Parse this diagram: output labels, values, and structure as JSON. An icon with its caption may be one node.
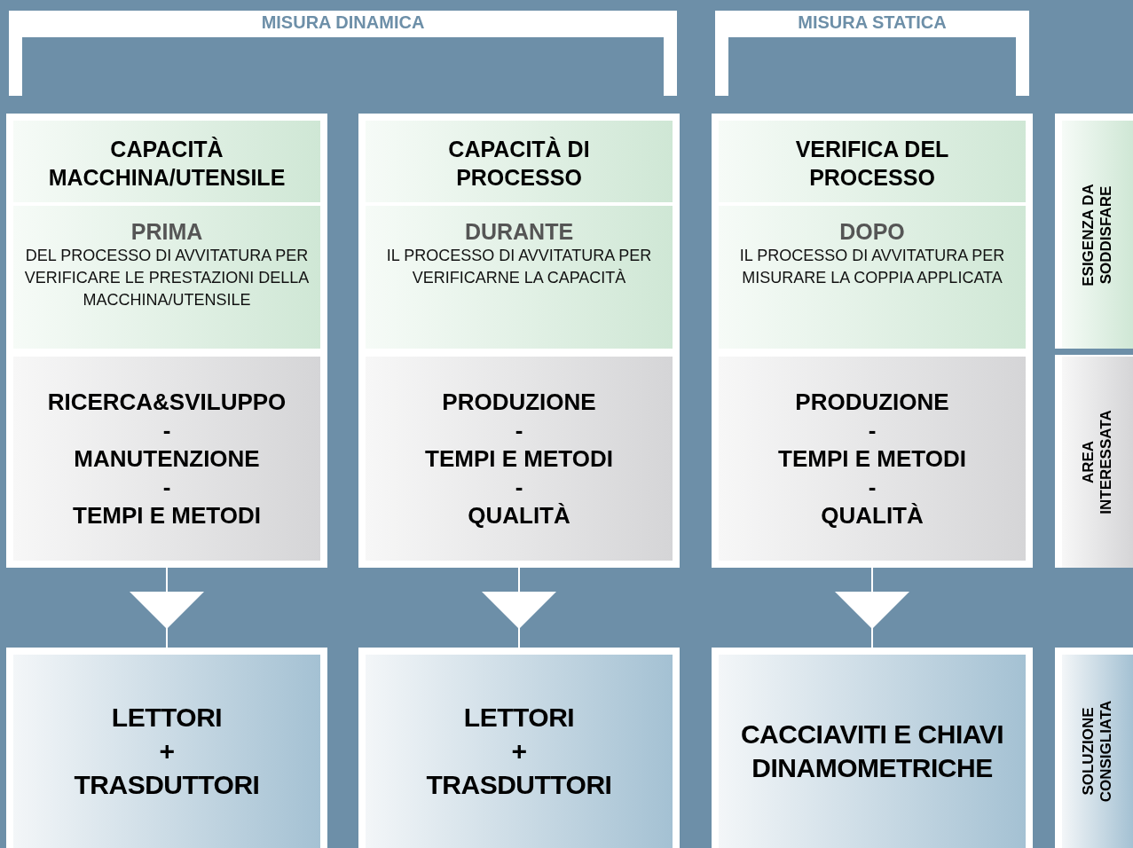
{
  "diagram": {
    "nodes": [
      {
        "text": [
          "CAPACITÀ MACCHINA/UTENSILE",
          "PRIMA",
          "DEL PROCESSO DI AVVITATURA PER VERIFICARE LE PRESTAZIONI DELLA MACCHINA/UTENSILE"
        ]
      },
      {
        "text": [
          "CAPACITÀ DI PROCESSO",
          "DURANTE",
          "IL PROCESSO DI AVVITATURA PER VERIFICARNE LA CAPACITÀ"
        ]
      },
      {
        "text": [
          "VERIFICA DEL PROCESSO",
          "DOPO",
          "IL PROCESSO DI AVVITATURA PER MISURARE LA COPPIA APPLICATA"
        ]
      },
      {
        "text": [
          "ESIGENZA DA SODDISFARE"
        ]
      },
      {
        "text": [
          "RICERCA&SVILUPPO",
          "-",
          "MANUTENZIONE",
          "-",
          "TEMPI E METODI"
        ]
      },
      {
        "text": [
          "PRODUZIONE",
          "-",
          "TEMPI E METODI",
          "-",
          "QUALITÀ"
        ]
      },
      {
        "text": [
          "PRODUZIONE",
          "-",
          "TEMPI E METODI",
          "-",
          "QUALITÀ"
        ]
      },
      {
        "text": [
          "AREA INTERESSATA"
        ]
      },
      {
        "text": [
          "LETTORI",
          "+",
          "TRASDUTTORI"
        ]
      },
      {
        "text": [
          "LETTORI",
          "+",
          "TRASDUTTORI"
        ]
      },
      {
        "text": [
          "CACCIAVITI E CHIAVI DINAMOMETRICHE"
        ]
      },
      {
        "text": [
          "SOLUZIONE CONSIGLIATA"
        ]
      }
    ],
    "edges": [
      {
        "from": 4,
        "to": 8,
        "arrow": "to"
      },
      {
        "from": 5,
        "to": 9,
        "arrow": "to"
      },
      {
        "from": 6,
        "to": 10,
        "arrow": "to"
      }
    ],
    "labels": [
      "MISURA DINAMICA",
      "MISURA STATICA"
    ]
  }
}
